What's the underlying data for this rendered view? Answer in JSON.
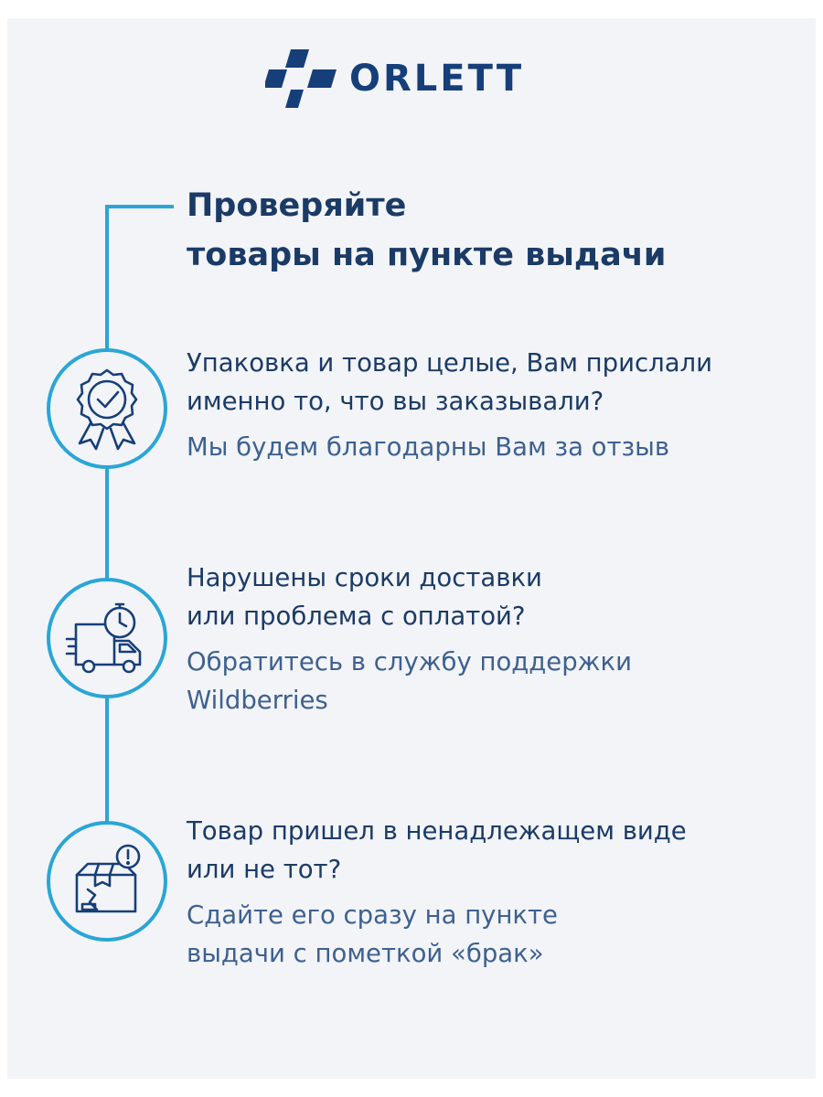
{
  "brand": {
    "name": "ORLETT",
    "colors": {
      "primary": "#163f79",
      "accent": "#2aa6d6",
      "background": "#f3f4f8"
    }
  },
  "heading": {
    "line1": "Проверяйте",
    "line2": "товары на пункте выдачи"
  },
  "items": [
    {
      "icon": "award-check-icon",
      "question": [
        "Упаковка и товар целые, Вам прислали",
        "именно то, что вы заказывали?"
      ],
      "answer": [
        "Мы будем благодарны Вам за отзыв"
      ]
    },
    {
      "icon": "delivery-truck-clock-icon",
      "question": [
        "Нарушены сроки доставки",
        "или проблема с оплатой?"
      ],
      "answer": [
        "Обратитесь в службу поддержки",
        "Wildberries"
      ]
    },
    {
      "icon": "damaged-box-warning-icon",
      "question": [
        "Товар пришел в ненадлежащем виде",
        "или не тот?"
      ],
      "answer": [
        "Сдайте его сразу на пункте",
        "выдачи с пометкой «брак»"
      ]
    }
  ]
}
